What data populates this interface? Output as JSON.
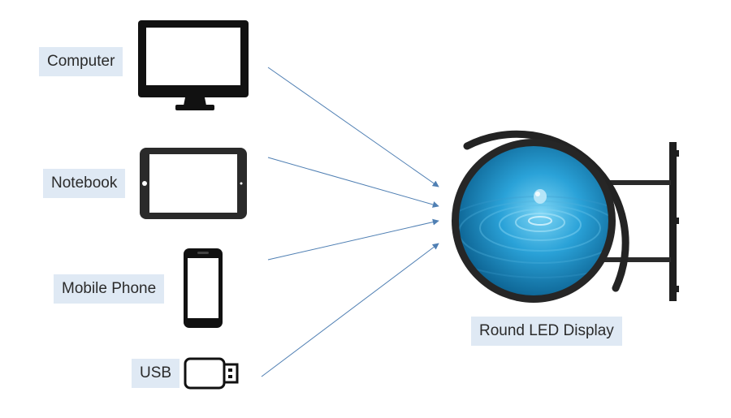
{
  "sources": [
    {
      "label": "Computer",
      "icon": "monitor-icon"
    },
    {
      "label": "Notebook",
      "icon": "tablet-icon"
    },
    {
      "label": "Mobile Phone",
      "icon": "phone-icon"
    },
    {
      "label": "USB",
      "icon": "usb-drive-icon"
    }
  ],
  "target": {
    "label": "Round LED Display",
    "icon": "round-led-display-icon"
  },
  "colors": {
    "label_bg": "#dfe9f4",
    "arrow": "#4f7fb3",
    "device": "#111111",
    "water_light": "#5cc3ea",
    "water_dark": "#0b6b9c"
  }
}
